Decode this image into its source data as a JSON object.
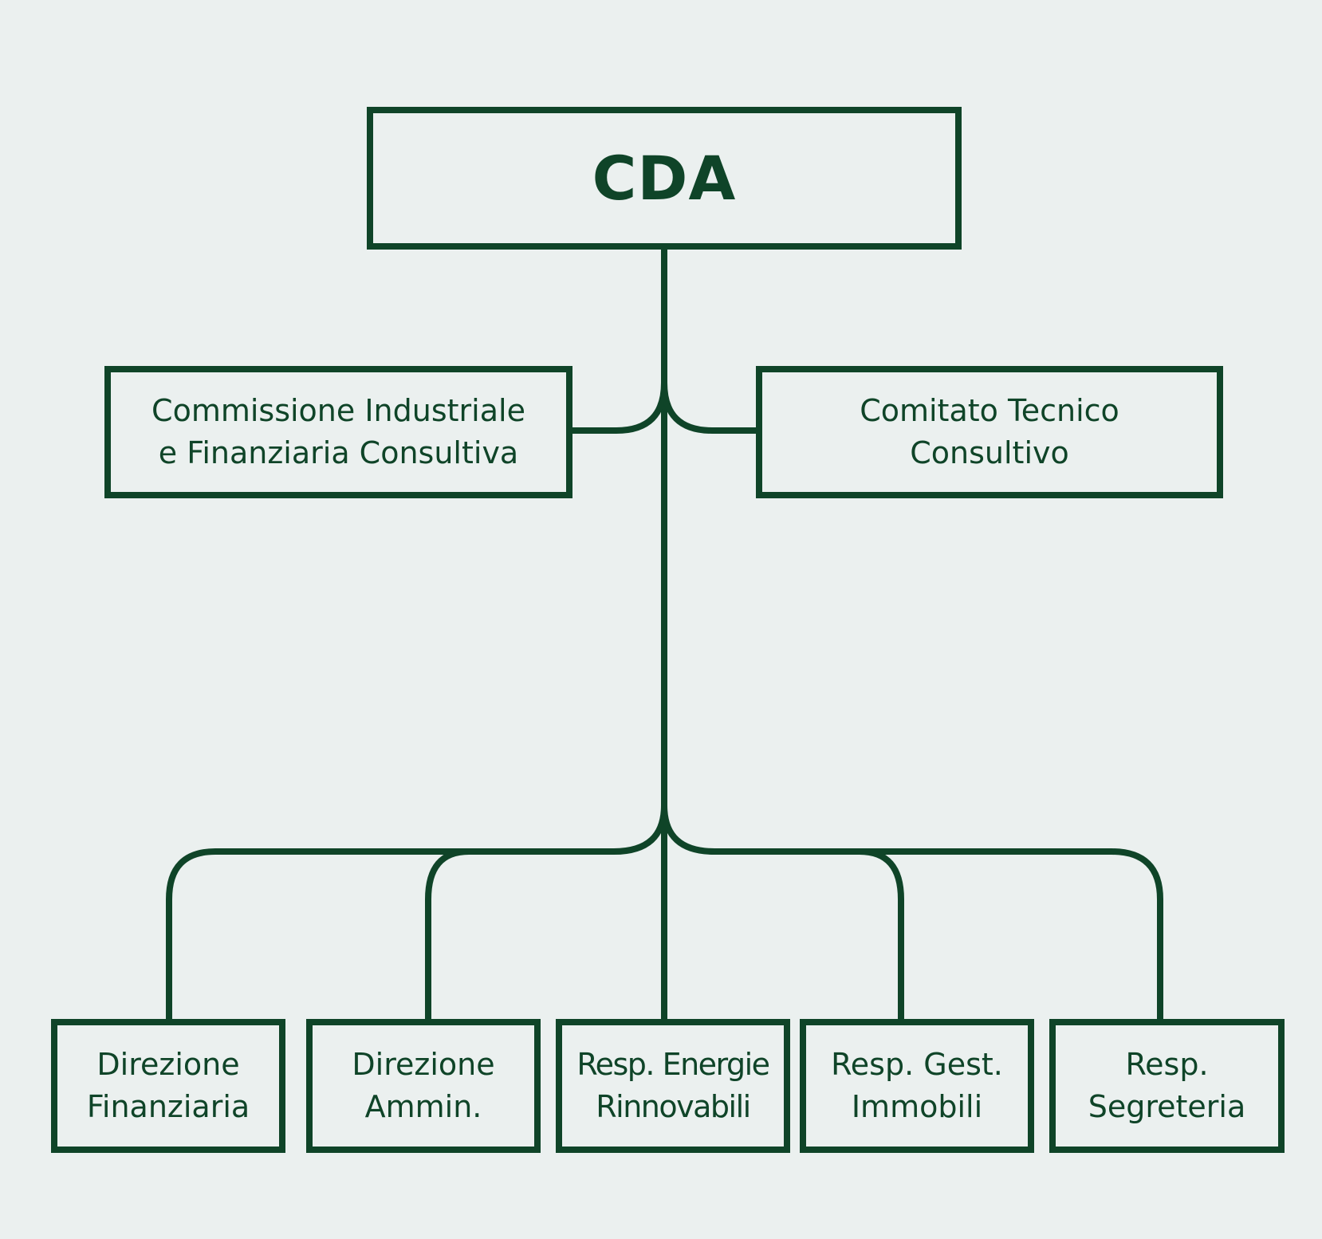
{
  "colors": {
    "background": "#ebf0ef",
    "line": "#0f4428",
    "text": "#0f4428"
  },
  "org_chart": {
    "root": {
      "label": "CDA"
    },
    "advisory": {
      "left": {
        "line1": "Commissione Industriale",
        "line2": "e Finanziaria Consultiva"
      },
      "right": {
        "line1": "Comitato Tecnico",
        "line2": "Consultivo"
      }
    },
    "departments": [
      {
        "line1": "Direzione",
        "line2": "Finanziaria"
      },
      {
        "line1": "Direzione",
        "line2": "Ammin."
      },
      {
        "line1": "Resp. Energie",
        "line2": "Rinnovabili"
      },
      {
        "line1": "Resp. Gest.",
        "line2": "Immobili"
      },
      {
        "line1": "Resp.",
        "line2": "Segreteria"
      }
    ]
  }
}
